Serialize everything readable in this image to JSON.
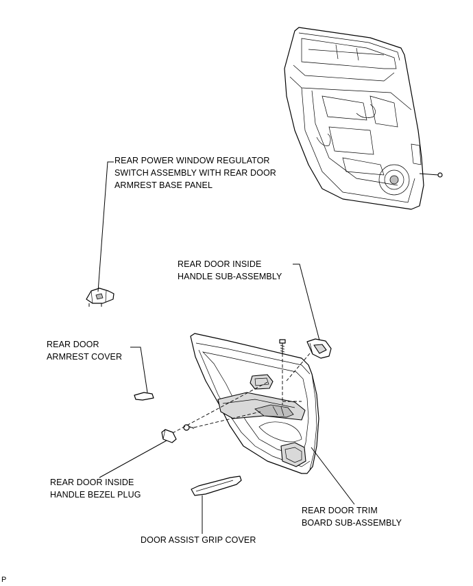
{
  "labels": {
    "regulator_switch": [
      "REAR POWER WINDOW REGULATOR",
      "SWITCH ASSEMBLY WITH REAR DOOR",
      "ARMREST BASE PANEL"
    ],
    "inside_handle": [
      "REAR DOOR INSIDE",
      "HANDLE SUB-ASSEMBLY"
    ],
    "armrest_cover": [
      "REAR DOOR",
      "ARMREST COVER"
    ],
    "bezel_plug": [
      "REAR DOOR INSIDE",
      "HANDLE BEZEL PLUG"
    ],
    "trim_board": [
      "REAR DOOR TRIM",
      "BOARD SUB-ASSEMBLY"
    ],
    "assist_grip": [
      "DOOR ASSIST GRIP COVER"
    ]
  },
  "corner_mark": "P"
}
